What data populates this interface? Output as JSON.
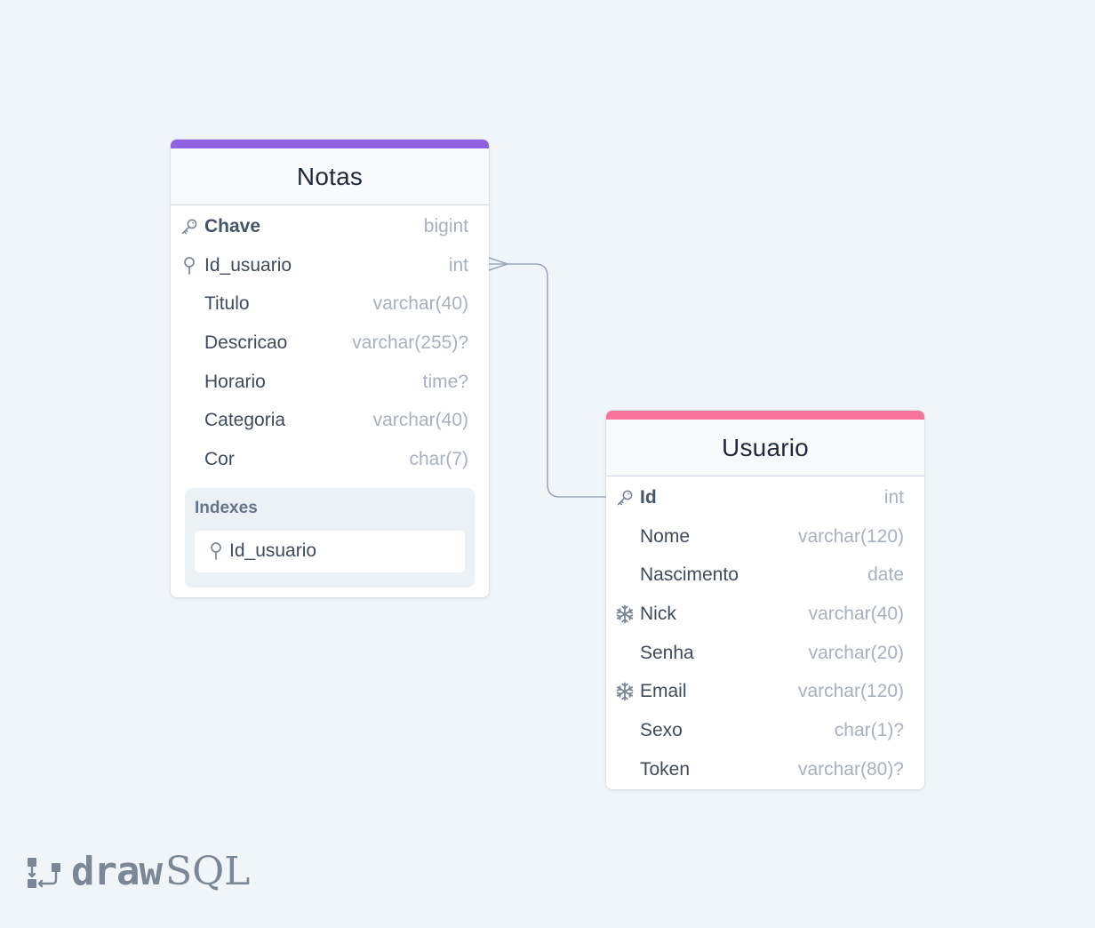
{
  "colors": {
    "background": "#f0f5f9",
    "notas_accent": "#9061e0",
    "usuario_accent": "#f7739d",
    "connector": "#9aa9bb"
  },
  "tables": {
    "notas": {
      "title": "Notas",
      "columns": [
        {
          "name": "Chave",
          "type": "bigint",
          "icon": "key-icon",
          "primary": true
        },
        {
          "name": "Id_usuario",
          "type": "int",
          "icon": "index-icon",
          "primary": false
        },
        {
          "name": "Titulo",
          "type": "varchar(40)",
          "icon": "",
          "primary": false
        },
        {
          "name": "Descricao",
          "type": "varchar(255)?",
          "icon": "",
          "primary": false
        },
        {
          "name": "Horario",
          "type": "time?",
          "icon": "",
          "primary": false
        },
        {
          "name": "Categoria",
          "type": "varchar(40)",
          "icon": "",
          "primary": false
        },
        {
          "name": "Cor",
          "type": "char(7)",
          "icon": "",
          "primary": false
        }
      ],
      "indexes_title": "Indexes",
      "indexes": [
        {
          "name": "Id_usuario",
          "icon": "index-icon"
        }
      ]
    },
    "usuario": {
      "title": "Usuario",
      "columns": [
        {
          "name": "Id",
          "type": "int",
          "icon": "key-icon",
          "primary": true
        },
        {
          "name": "Nome",
          "type": "varchar(120)",
          "icon": "",
          "primary": false
        },
        {
          "name": "Nascimento",
          "type": "date",
          "icon": "",
          "primary": false
        },
        {
          "name": "Nick",
          "type": "varchar(40)",
          "icon": "unique-icon",
          "primary": false
        },
        {
          "name": "Senha",
          "type": "varchar(20)",
          "icon": "",
          "primary": false
        },
        {
          "name": "Email",
          "type": "varchar(120)",
          "icon": "unique-icon",
          "primary": false
        },
        {
          "name": "Sexo",
          "type": "char(1)?",
          "icon": "",
          "primary": false
        },
        {
          "name": "Token",
          "type": "varchar(80)?",
          "icon": "",
          "primary": false
        }
      ]
    }
  },
  "relationship": {
    "from": "Notas.Id_usuario",
    "to": "Usuario.Id",
    "cardinality": "many-to-one"
  },
  "brand": {
    "draw": "draw",
    "sql": "SQL",
    "icon": "drawsql-logo-icon"
  }
}
